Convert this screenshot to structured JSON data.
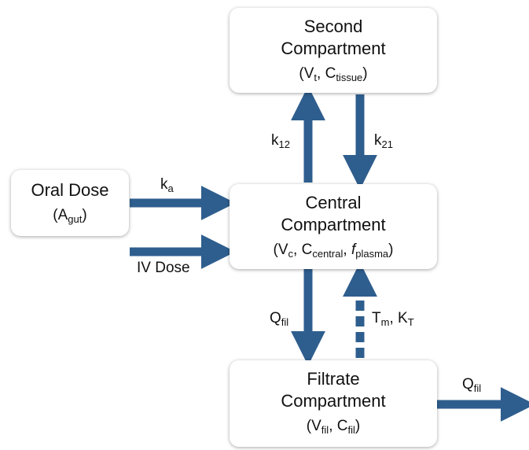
{
  "colors": {
    "arrow": "#2E5E8E",
    "box_bg": "#ffffff",
    "text": "#111111"
  },
  "second": {
    "title1": "Second",
    "title2": "Compartment",
    "open": "(",
    "v": "V",
    "v_sub": "t",
    "sep": ", ",
    "c": "C",
    "c_sub": "tissue",
    "close": ")"
  },
  "central": {
    "title1": "Central",
    "title2": "Compartment",
    "open": "(",
    "v": "V",
    "v_sub": "c",
    "sep1": ", ",
    "c": "C",
    "c_sub": "central",
    "sep2": ", ",
    "f": "f",
    "f_sub": "plasma",
    "close": ")"
  },
  "oral": {
    "title": "Oral Dose",
    "open": "(",
    "a": "A",
    "a_sub": "gut",
    "close": ")"
  },
  "filtrate": {
    "title1": "Filtrate",
    "title2": "Compartment",
    "open": "(",
    "v": "V",
    "v_sub": "fil",
    "sep": ", ",
    "c": "C",
    "c_sub": "fil",
    "close": ")"
  },
  "labels": {
    "k12": "k",
    "k12_sub": "12",
    "k21": "k",
    "k21_sub": "21",
    "ka": "k",
    "ka_sub": "a",
    "iv": "IV Dose",
    "qfil_down": "Q",
    "qfil_down_sub": "fil",
    "tm": "T",
    "tm_sub": "m",
    "tm_sep": ", ",
    "kt": "K",
    "kt_sub": "T",
    "qfil_out": "Q",
    "qfil_out_sub": "fil"
  }
}
